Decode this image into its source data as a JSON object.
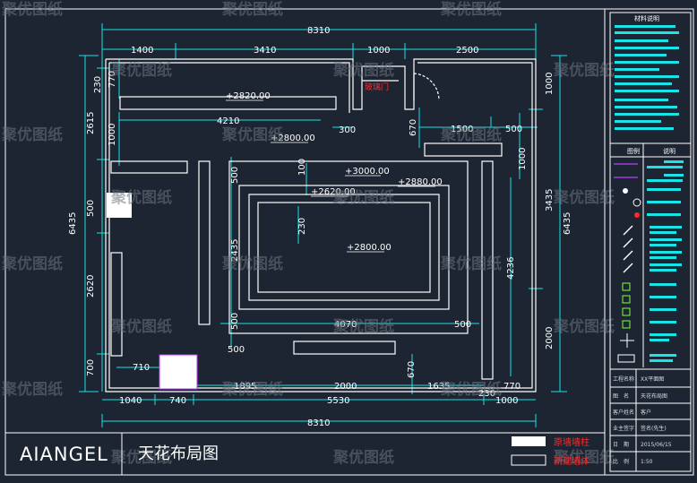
{
  "drawing": {
    "title": "天花布局图",
    "brand": "AIANGEL",
    "watermark": "聚优图纸",
    "door_label": "玻璃门",
    "top_total": "8310",
    "bottom_total": "8310",
    "top_segments": [
      "1400",
      "3410",
      "1000",
      "2500"
    ],
    "bottom_segments": [
      "1040",
      "740",
      "5530",
      "1000"
    ],
    "left_total": "6435",
    "right_total": "6435",
    "left_segments": [
      "230",
      "2615",
      "500",
      "2620",
      "700"
    ],
    "left_inner": [
      "770",
      "1000"
    ],
    "right_segments": [
      "1000",
      "3435",
      "2000"
    ],
    "right_inner": [
      "670",
      "1000",
      "4236"
    ],
    "inner_dims": {
      "d4210": "4210",
      "d300": "300",
      "d1500": "1500",
      "d500a": "500",
      "d500b": "500",
      "d100": "100",
      "d2435": "2435",
      "d230": "230",
      "d4070": "4070",
      "d500c": "500",
      "d500d": "500",
      "d500e": "500",
      "d710": "710",
      "d1895": "1895",
      "d2000": "2000",
      "d1635": "1635",
      "d670b": "670",
      "d230b": "230",
      "d770b": "770"
    },
    "elevations": [
      "+2820.00",
      "+2800.00",
      "+3000.00",
      "+2620.00",
      "+2880.00",
      "+2800.00"
    ]
  },
  "legend_block": {
    "header_text": "材料说明",
    "legend_title_left": "图例",
    "legend_title_right": "说明",
    "status_legend": [
      "原墙墙柱",
      "新建墙体"
    ],
    "status_colors": [
      "#ff2a2a",
      "#ff2a2a"
    ],
    "info_rows": [
      {
        "label": "工程名称",
        "value": "XX平面图"
      },
      {
        "label": "图　名",
        "value": "天花布局图"
      },
      {
        "label": "客户姓名",
        "value": "客户"
      },
      {
        "label": "业主签字",
        "value": "签名(先生)"
      },
      {
        "label": "日　期",
        "value": "2015/06/15"
      },
      {
        "label": "比　例",
        "value": "1:50"
      }
    ]
  },
  "colors": {
    "background": "#1c2531",
    "dimension": "#19e3e6",
    "wall": "#ffffff",
    "accent": "#ff2a2a",
    "legend_text": "#19e3e6"
  }
}
